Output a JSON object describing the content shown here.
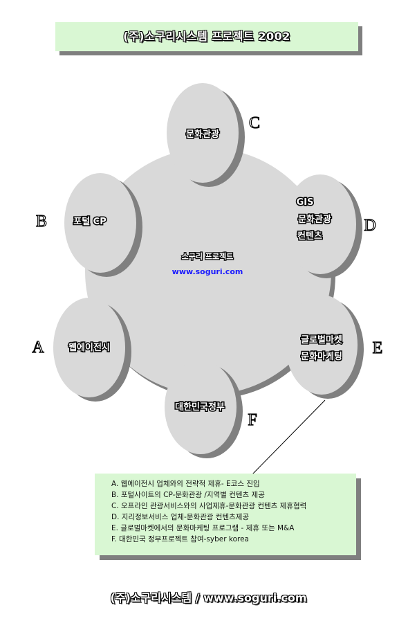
{
  "title": "(주)소구리시스템 프로젝트 2002",
  "center": {
    "name": "소구리 프로젝트",
    "url": "www.soguri.com"
  },
  "nodes": [
    {
      "letter": "A",
      "lines": [
        "웹에이전시"
      ]
    },
    {
      "letter": "B",
      "lines": [
        "포털 CP"
      ]
    },
    {
      "letter": "C",
      "lines": [
        "문화관광"
      ]
    },
    {
      "letter": "D",
      "lines": [
        "GIS",
        "문화관광",
        "컨텐츠"
      ]
    },
    {
      "letter": "E",
      "lines": [
        "글로벌마켓",
        "문화마케팅"
      ]
    },
    {
      "letter": "F",
      "lines": [
        "대한민국정부"
      ]
    }
  ],
  "descriptions": [
    "A. 웹에이전시 업체와의 전략적 제휴- E코스 진입",
    "B. 포털사이트의 CP-문화관광 /지역별 컨텐츠 제공",
    "C. 오프라인 관광서비스와의 사업제휴-문화관광 컨텐츠 제휴협력",
    "D. 지리정보서비스 업체-문화관광 컨텐츠제공",
    "E. 글로벌마켓에서의 문화마케팅 프로그램 - 제휴 또는 M&A",
    "F. 대한민국 정부프로젝트 참여-syber korea"
  ],
  "footer": "(주)소구리시스템 / www.soguri.com",
  "colors": {
    "fill": "#d9d9d9",
    "shadow": "#808080",
    "box": "#d9f7d3",
    "url": "#1a1aff"
  }
}
